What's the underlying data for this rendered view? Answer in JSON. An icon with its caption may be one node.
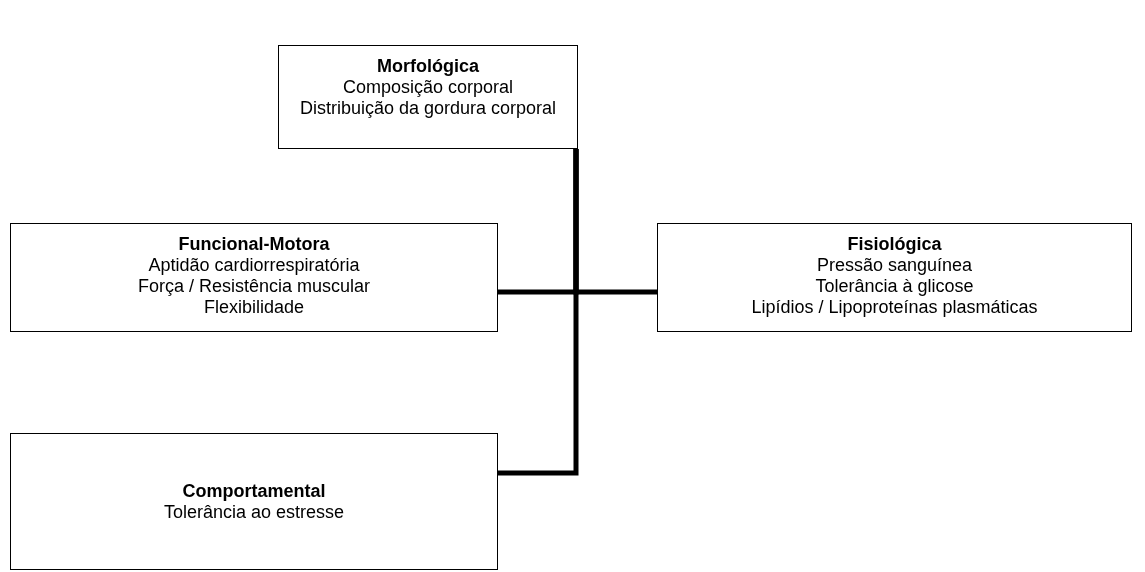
{
  "diagram": {
    "nodes": [
      {
        "text": [
          "Morfológica",
          "Composição corporal",
          "Distribuição da gordura corporal"
        ]
      },
      {
        "text": [
          "Funcional-Motora",
          "Aptidão cardiorrespiratória",
          "Força / Resistência muscular",
          "Flexibilidade"
        ]
      },
      {
        "text": [
          "Fisiológica",
          "Pressão sanguínea",
          "Tolerância à glicose",
          "Lipídios / Lipoproteínas plasmáticas"
        ]
      },
      {
        "text": [
          "Comportamental",
          "Tolerância ao estresse"
        ]
      }
    ],
    "edges": [
      {
        "from": 0,
        "to": 1,
        "arrow": "none"
      },
      {
        "from": 0,
        "to": 2,
        "arrow": "none"
      },
      {
        "from": 0,
        "to": 3,
        "arrow": "none"
      }
    ]
  }
}
